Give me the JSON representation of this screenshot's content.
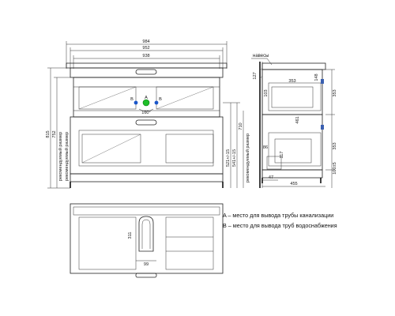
{
  "dimensions": {
    "w984": "984",
    "w952": "952",
    "w938": "938",
    "angle": "160°",
    "h815": "815",
    "h752": "752",
    "rec1": "рекомендуемый размер",
    "rec2": "рекомендуемый размер",
    "rec3": "рекомендуемый размер",
    "h521": "521+/-15",
    "h541": "541+/-15",
    "h710": "710",
    "h127": "127",
    "h103": "103",
    "w353": "353",
    "h148": "148",
    "h353a": "353",
    "h461": "461",
    "h117": "117",
    "w86": "86",
    "w47": "47",
    "w455": "455",
    "h353b": "353",
    "h1005": "100±5",
    "h311": "311",
    "w99": "99"
  },
  "labels": {
    "naves": "навесы",
    "a": "A",
    "b_left": "B",
    "b_right": "B"
  },
  "legend": {
    "line_a": "A – место для вывода трубы канализации",
    "line_b": "B – место для вывода труб водоснабжения"
  },
  "colors": {
    "green_marker": "#1fbf2a",
    "blue_marker": "#1a56c9",
    "blue_hatch": "#3a5fb0"
  }
}
